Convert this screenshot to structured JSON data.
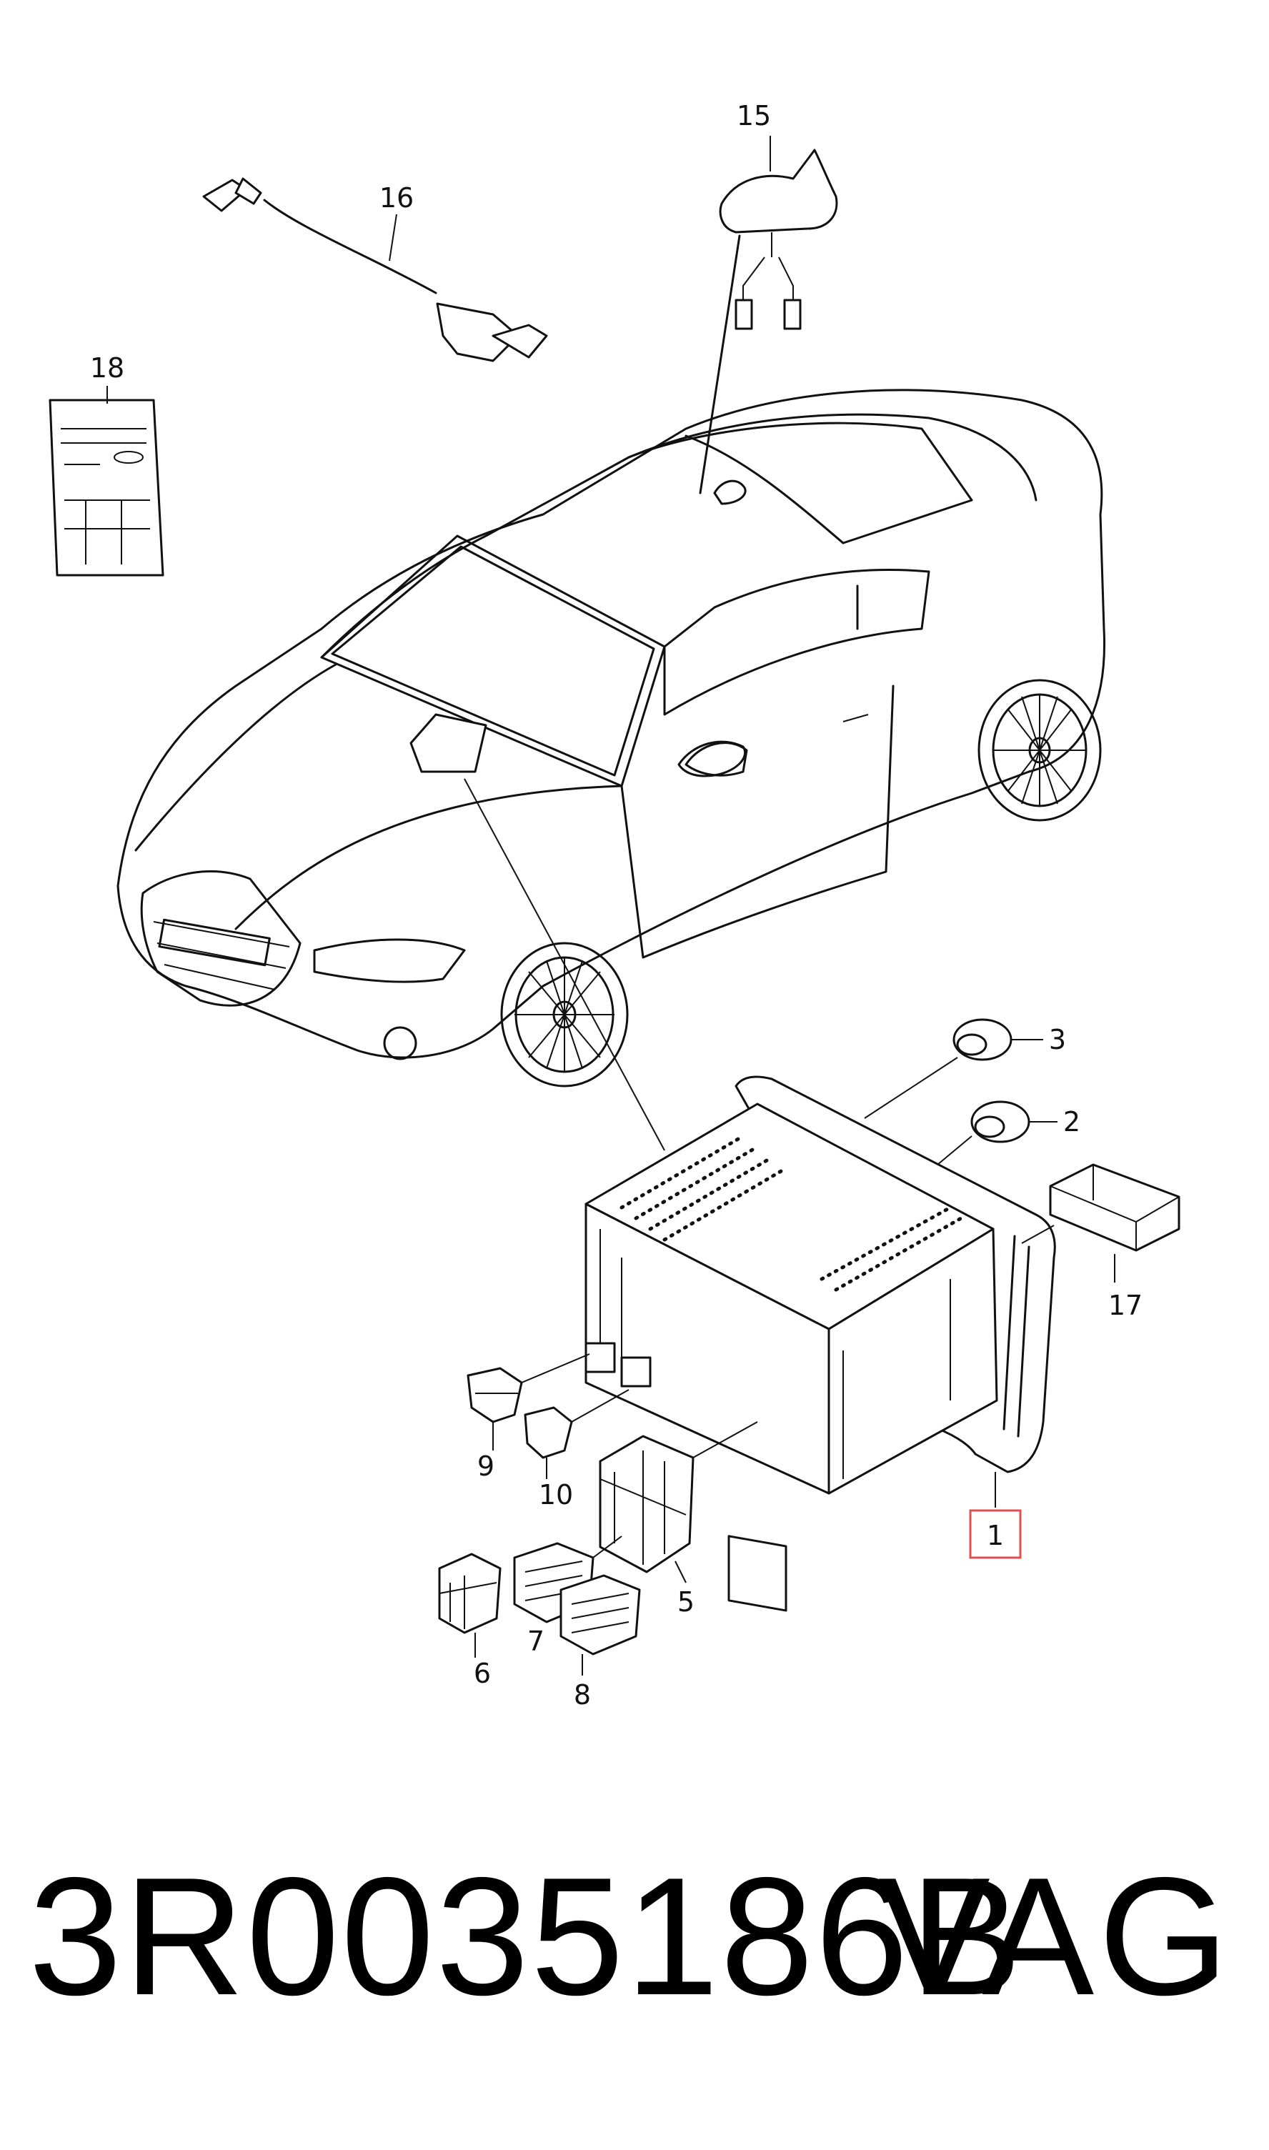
{
  "callouts": {
    "c1": "1",
    "c2": "2",
    "c3": "3",
    "c5": "5",
    "c6": "6",
    "c7": "7",
    "c8": "8",
    "c9": "9",
    "c10": "10",
    "c15": "15",
    "c16": "16",
    "c17": "17",
    "c18": "18"
  },
  "footer": {
    "part_number": "3R0035186B",
    "brand": "VAG"
  },
  "colors": {
    "line": "#111111",
    "highlight": "#e05050",
    "background": "#ffffff"
  }
}
